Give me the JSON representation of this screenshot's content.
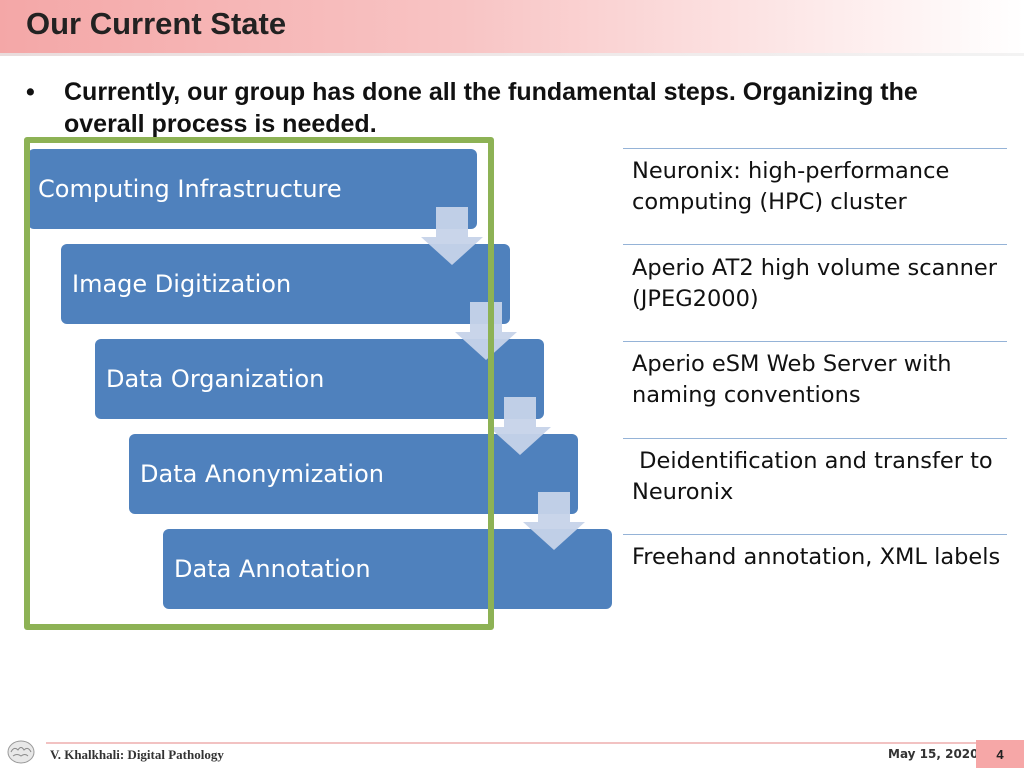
{
  "slide": {
    "title": "Our Current State",
    "bullet_marker": "•",
    "bullet_text": "Currently, our group has done all the fundamental steps. Organizing the overall process is needed."
  },
  "process": {
    "steps": [
      {
        "label": "Computing Infrastructure",
        "description": "Neuronix: high-performance computing (HPC) cluster"
      },
      {
        "label": "Image Digitization",
        "description": "Aperio AT2 high volume scanner (JPEG2000)"
      },
      {
        "label": "Data Organization",
        "description": "Aperio eSM Web Server with naming conventions"
      },
      {
        "label": "Data Anonymization",
        "description": " Deidentification and transfer to Neuronix"
      },
      {
        "label": "Data Annotation",
        "description": "Freehand annotation, XML labels"
      }
    ],
    "colors": {
      "step_fill": "#4f81bd",
      "arrow_fill": "#c6d3e9",
      "frame": "#8db255",
      "divider": "#95b3d7"
    }
  },
  "footer": {
    "author": "V. Khalkhali: Digital Pathology",
    "date": "May 15, 2020",
    "page_number": "4",
    "logo_icon": "brain-logo-icon"
  }
}
